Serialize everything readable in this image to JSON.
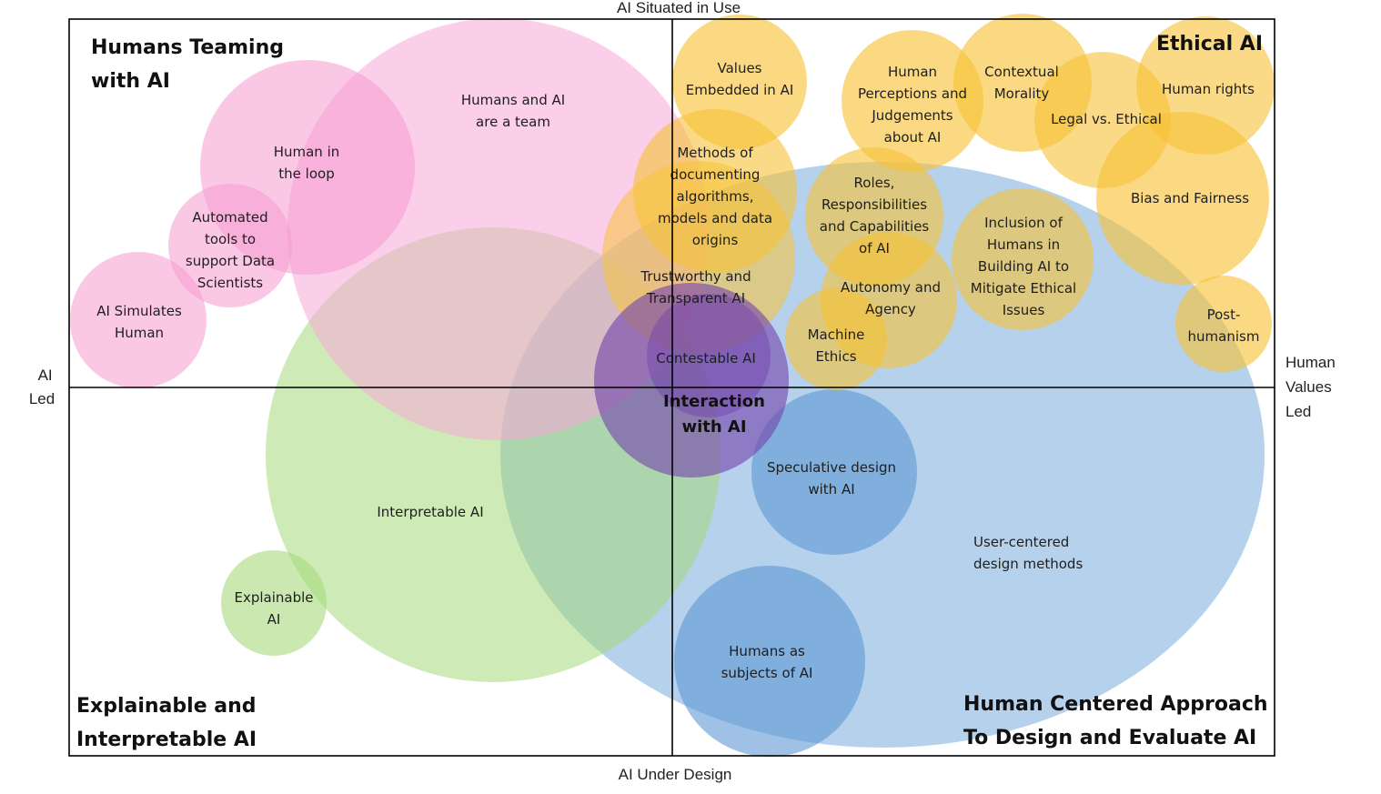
{
  "axes": {
    "top": "AI Situated in Use",
    "bottom": "AI Under Design",
    "left": [
      "AI",
      "Led"
    ],
    "right": [
      "Human",
      "Values",
      "Led"
    ]
  },
  "quadrants": {
    "top_left": [
      "Humans Teaming",
      "with AI"
    ],
    "top_right": [
      "Ethical AI"
    ],
    "bottom_left": [
      "Explainable and",
      "Interpretable AI"
    ],
    "bottom_right": [
      "Human Centered Approach",
      "To Design and Evaluate AI"
    ]
  },
  "colors": {
    "pink": "#f59bd0",
    "pink_light": "#f7a8d8",
    "green": "#a6d87a",
    "blue": "#7fb0de",
    "blue_dark": "#5f98d4",
    "yellow": "#f7c236",
    "purple": "#7545ad",
    "frame": "#000000"
  },
  "bubbles": [
    {
      "id": "user-centered-design-methods",
      "color": "blue",
      "lines": [
        "User-centered",
        "design methods"
      ]
    },
    {
      "id": "interpretable-ai",
      "color": "green",
      "lines": [
        "Interpretable AI"
      ]
    },
    {
      "id": "humans-and-ai-are-a-team",
      "color": "pink_light",
      "lines": [
        "Humans and AI",
        "are a team"
      ]
    },
    {
      "id": "human-in-the-loop",
      "color": "pink",
      "lines": [
        "Human in",
        "the  loop"
      ]
    },
    {
      "id": "automated-tools",
      "color": "pink",
      "lines": [
        "Automated",
        "tools to",
        "support Data",
        "Scientists"
      ]
    },
    {
      "id": "ai-simulates-human",
      "color": "pink",
      "lines": [
        "AI Simulates",
        "Human"
      ]
    },
    {
      "id": "explainable-ai",
      "color": "green",
      "lines": [
        "Explainable",
        "AI"
      ]
    },
    {
      "id": "speculative-design",
      "color": "blue_dark",
      "lines": [
        "Speculative design",
        "with AI"
      ]
    },
    {
      "id": "humans-as-subjects",
      "color": "blue_dark",
      "lines": [
        "Humans as",
        "subjects of AI"
      ]
    },
    {
      "id": "values-embedded",
      "color": "yellow",
      "lines": [
        "Values",
        "Embedded in AI"
      ]
    },
    {
      "id": "methods-of-documenting",
      "color": "yellow",
      "lines": [
        "Methods of",
        "documenting",
        "algorithms,",
        "models and data",
        "origins"
      ]
    },
    {
      "id": "trustworthy-transparent",
      "color": "yellow",
      "lines": [
        "Trustworthy and",
        "Transparent AI"
      ]
    },
    {
      "id": "human-perceptions",
      "color": "yellow",
      "lines": [
        "Human",
        "Perceptions and",
        "Judgements",
        "about AI"
      ]
    },
    {
      "id": "contextual-morality",
      "color": "yellow",
      "lines": [
        "Contextual",
        "Morality"
      ]
    },
    {
      "id": "legal-vs-ethical",
      "color": "yellow",
      "lines": [
        "Legal vs. Ethical"
      ]
    },
    {
      "id": "human-rights",
      "color": "yellow",
      "lines": [
        "Human rights"
      ]
    },
    {
      "id": "bias-and-fairness",
      "color": "yellow",
      "lines": [
        "Bias and Fairness"
      ]
    },
    {
      "id": "roles-responsibilities",
      "color": "yellow",
      "lines": [
        "Roles,",
        "Responsibilities",
        "and Capabilities",
        "of AI"
      ]
    },
    {
      "id": "inclusion-of-humans",
      "color": "yellow",
      "lines": [
        "Inclusion of",
        "Humans in",
        "Building AI to",
        "Mitigate Ethical",
        "Issues"
      ]
    },
    {
      "id": "autonomy-and-agency",
      "color": "yellow",
      "lines": [
        "Autonomy and",
        "Agency"
      ]
    },
    {
      "id": "machine-ethics",
      "color": "yellow",
      "lines": [
        "Machine",
        "Ethics"
      ]
    },
    {
      "id": "post-humanism",
      "color": "yellow",
      "lines": [
        "Post-",
        "humanism"
      ]
    },
    {
      "id": "contestable-ai",
      "color": "purple",
      "lines": [
        "Contestable AI"
      ]
    },
    {
      "id": "interaction-with-ai",
      "color": "purple",
      "lines": [
        "Interaction",
        "with AI"
      ],
      "emphasis": true
    }
  ]
}
